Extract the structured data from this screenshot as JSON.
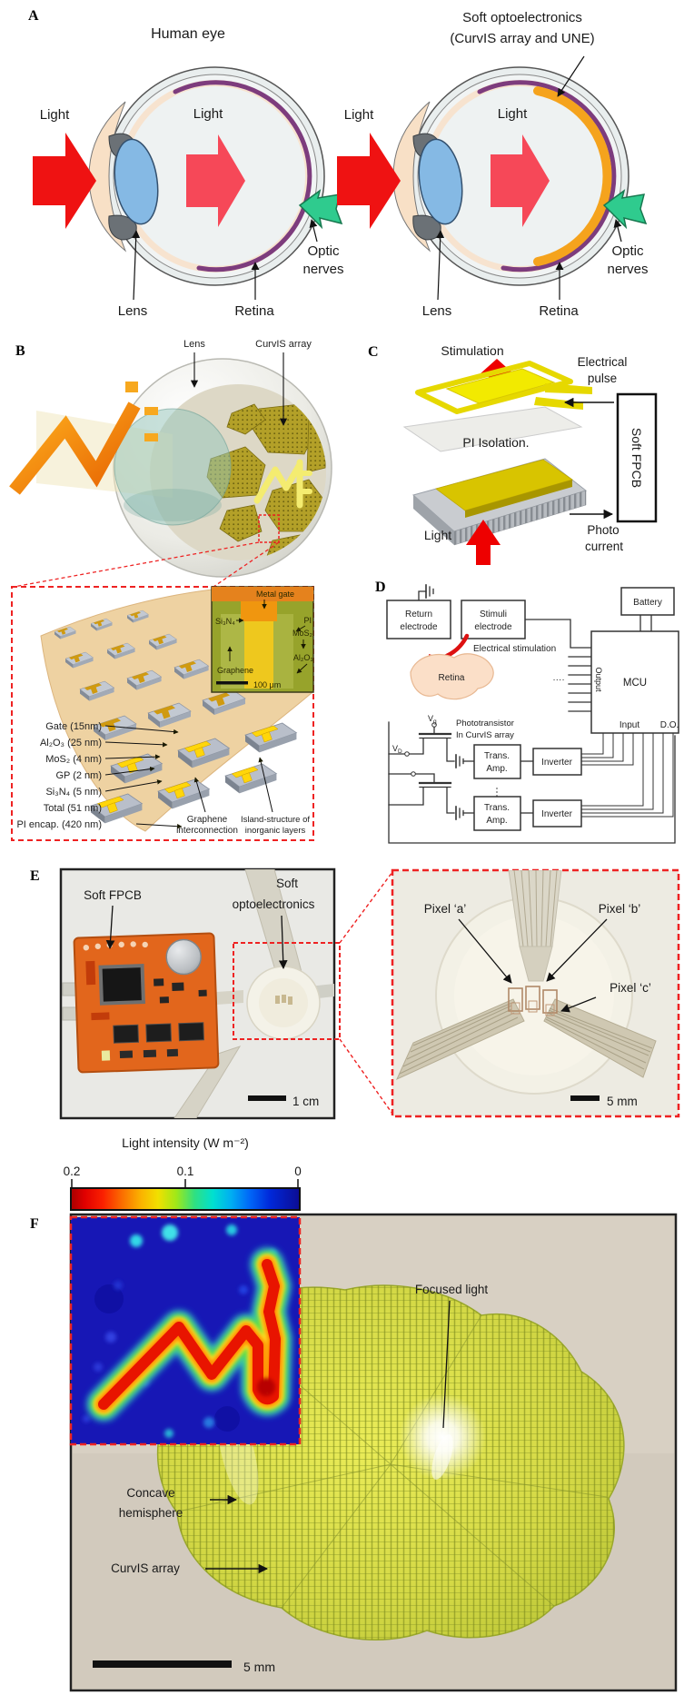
{
  "colors": {
    "accent_red": "#ee2222",
    "retina_purple": "#7d3c7d",
    "curvis_orange": "#f5a31d",
    "pcb_orange": "#e2661c",
    "heatmap_blue": "#1717b5",
    "heatmap_red": "#e81400",
    "array_green": "#cdd23e"
  },
  "panels": {
    "a": {
      "label": "A",
      "title_left": "Human eye",
      "title_right_line1": "Soft optoelectronics",
      "title_right_line2": "(CurvIS array and UNE)",
      "light": "Light",
      "lens": "Lens",
      "retina": "Retina",
      "optic_line1": "Optic",
      "optic_line2": "nerves"
    },
    "b": {
      "label": "B",
      "lens": "Lens",
      "curvis_array": "CurvIS array",
      "layer_labels": [
        "Gate (15nm)",
        "Al₂O₃ (25 nm)",
        "MoS₂ (4 nm)",
        "GP (2 nm)",
        "Si₃N₄ (5 nm)",
        "Total (51 nm)",
        "PI encap. (420 nm)"
      ],
      "graphene_line1": "Graphene",
      "graphene_line2": "interconnection",
      "island_line1": "Island-structure of",
      "island_line2": "inorganic layers",
      "micrograph": {
        "metal_gate": "Metal gate",
        "si3n4": "Si₃N₄",
        "pi": "PI",
        "mos2": "MoS₂",
        "graphene": "Graphene",
        "al2o3": "Al₂O₃",
        "scale": "100 μm"
      }
    },
    "c": {
      "label": "C",
      "stimulation": "Stimulation",
      "electrical_line1": "Electrical",
      "electrical_line2": "pulse",
      "soft_fpcb": "Soft FPCB",
      "pi_isolation": "PI Isolation.",
      "light": "Light",
      "photo_line1": "Photo",
      "photo_line2": "current"
    },
    "d": {
      "label": "D",
      "return_line1": "Return",
      "return_line2": "electrode",
      "stimuli_line1": "Stimuli",
      "stimuli_line2": "electrode",
      "battery": "Battery",
      "electrical_stimulation": "Electrical stimulation",
      "retina": "Retina",
      "output": "Output",
      "mcu": "MCU",
      "input": "Input",
      "digital_out": "D.O.",
      "v": "V",
      "g_sub": "g",
      "d_sub": "D",
      "phototransistor_line1": "Phototransistor",
      "phototransistor_line2": "In CurvIS array",
      "trans_amp_line1": "Trans.",
      "trans_amp_line2": "Amp.",
      "inverter": "Inverter",
      "ellipsis": "····"
    },
    "e": {
      "label": "E",
      "soft_fpcb": "Soft FPCB",
      "soft_opto_line1": "Soft",
      "soft_opto_line2": "optoelectronics",
      "scale_left": "1 cm",
      "pixel_a": "Pixel ‘a’",
      "pixel_b": "Pixel ‘b’",
      "pixel_c": "Pixel ‘c’",
      "scale_right": "5 mm"
    },
    "f": {
      "label": "F",
      "focused_light": "Focused light",
      "concave_line1": "Concave",
      "concave_line2": "hemisphere",
      "curvis_array": "CurvIS array",
      "scale": "5 mm"
    }
  },
  "colorbar": {
    "title": "Light intensity (W m⁻²)",
    "ticks": [
      "0.2",
      "0.1",
      "0"
    ]
  },
  "chart_data": {
    "type": "heatmap",
    "title": "Light intensity (W m⁻²)",
    "colorbar_ticks": [
      0.2,
      0.1,
      0
    ],
    "value_range": [
      0,
      0.2
    ],
    "units": "W m⁻²",
    "colorbar_orientation": "0.2 (red) at left to 0 (blue) at right",
    "description": "Light-intensity map detected by the CurvIS array: a high-intensity (~0.15-0.2 W m⁻²) zigzag letter pattern on a near-zero (blue) background with faint cyan noise spots"
  }
}
